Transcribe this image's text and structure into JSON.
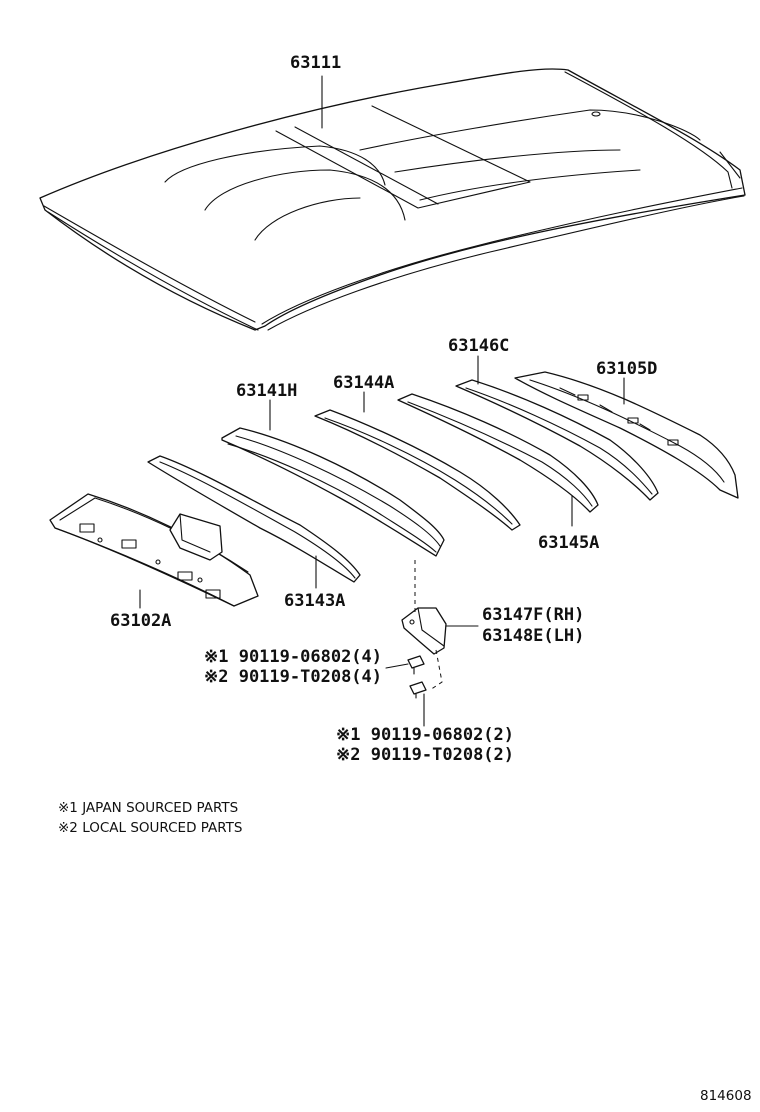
{
  "labels": {
    "roof_panel": "63111",
    "bow_h": "63141H",
    "bow_a": "63144A",
    "bow_c": "63146C",
    "rail_d": "63105D",
    "bow_front": "63143A",
    "bow_rear": "63145A",
    "rail_a": "63102A",
    "bracket_rh": "63147F(RH)",
    "bracket_lh": "63148E(LH)",
    "bolt1_jp": "※1 90119-06802(4)",
    "bolt1_local": "※2 90119-T0208(4)",
    "bolt2_jp": "※1 90119-06802(2)",
    "bolt2_local": "※2 90119-T0208(2)"
  },
  "notes": {
    "japan": "※1 JAPAN SOURCED PARTS",
    "local": "※2 LOCAL SOURCED PARTS"
  },
  "diagram_id": "814608"
}
